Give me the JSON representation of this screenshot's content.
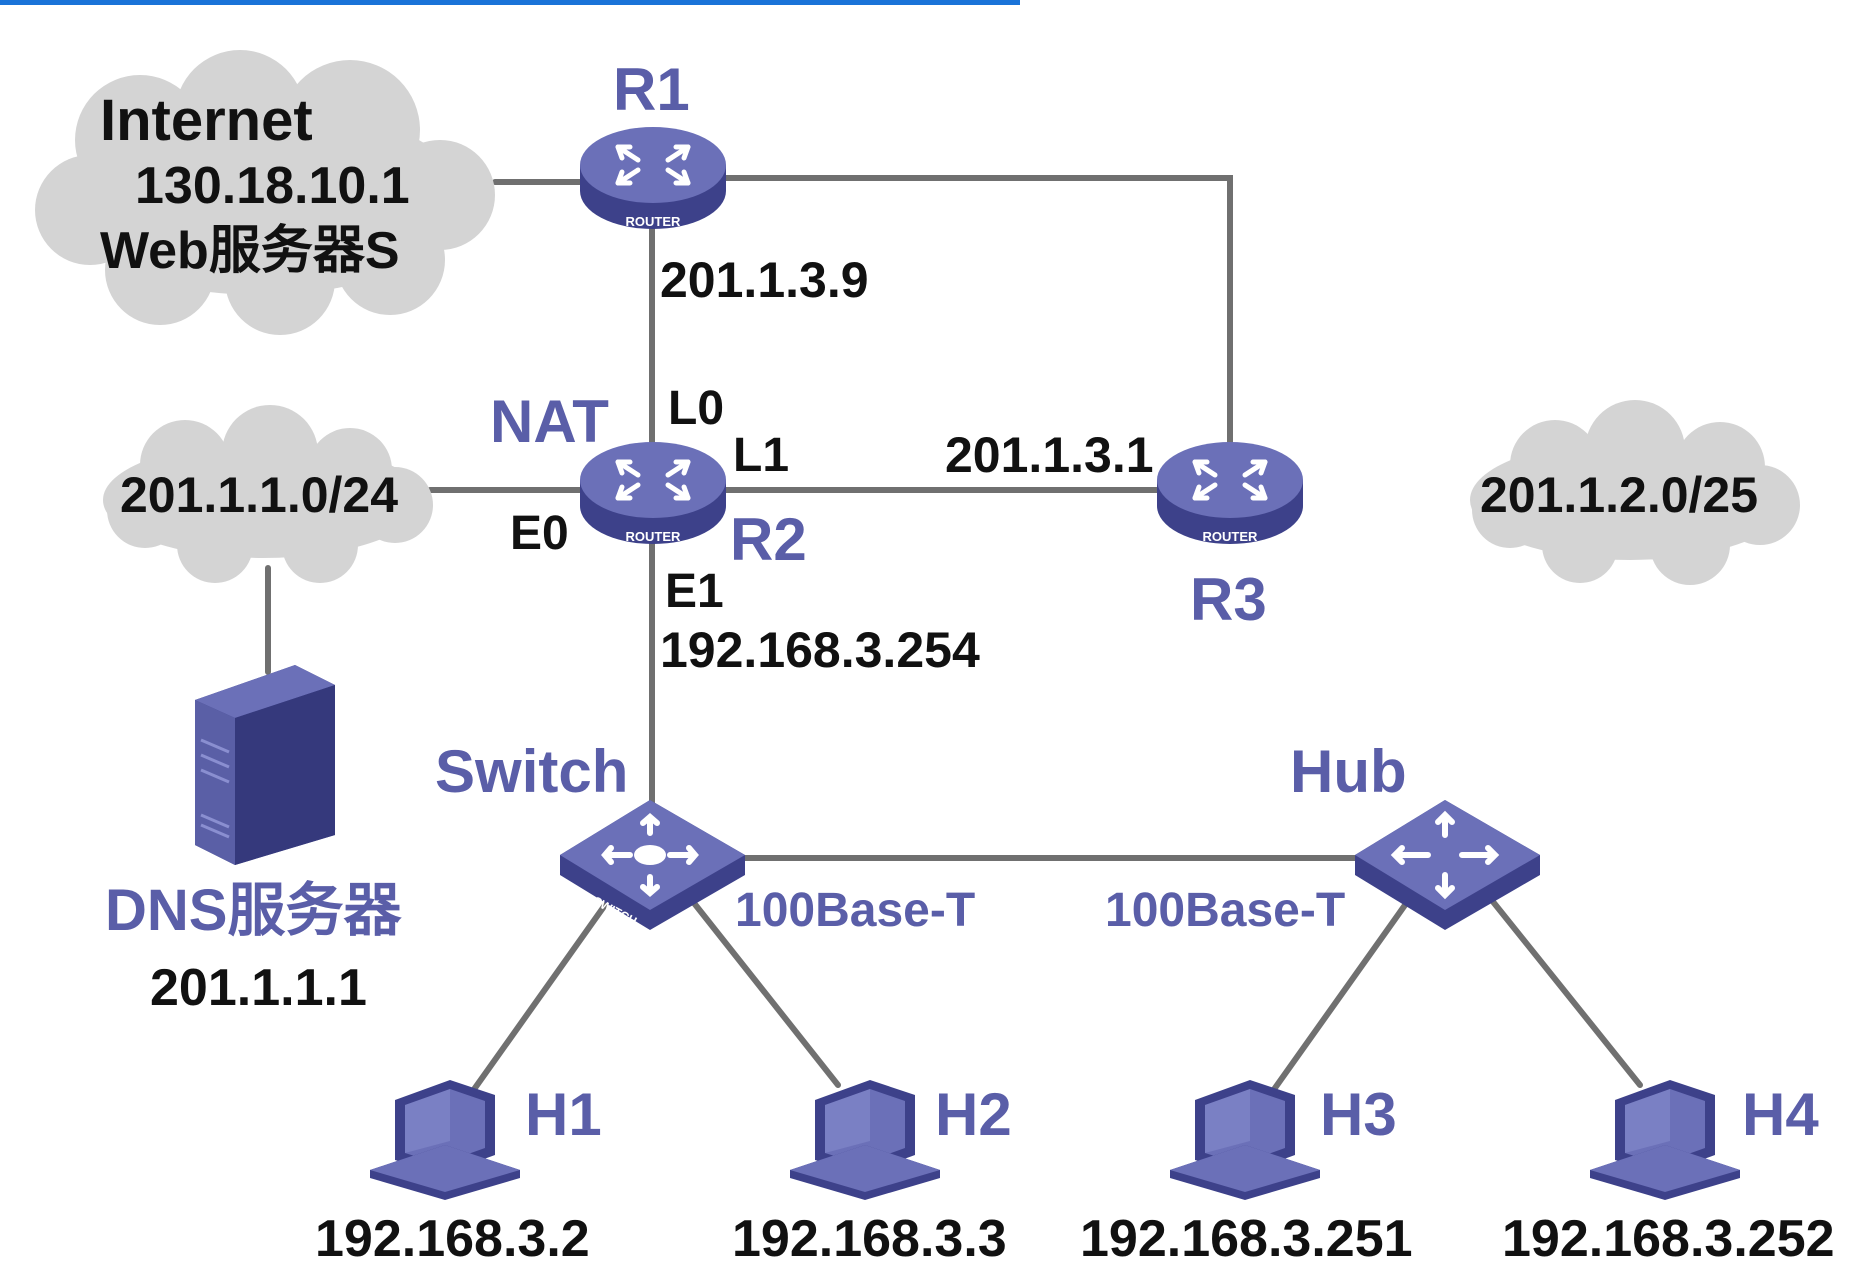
{
  "colors": {
    "accent_line": "#1a73d8",
    "link": "#707070",
    "label_blue": "#5a5ea8",
    "label_black": "#111111",
    "cloud": "#d4d4d4",
    "device_top": "#6b70b8",
    "device_side": "#3d418a"
  },
  "clouds": {
    "internet": {
      "title": "Internet",
      "ip": "130.18.10.1",
      "desc": "Web服务器S"
    },
    "net_201_1_1": {
      "label": "201.1.1.0/24"
    },
    "net_201_1_2": {
      "label": "201.1.2.0/25"
    }
  },
  "routers": {
    "r1": {
      "name": "R1",
      "ip_down": "201.1.3.9",
      "badge": "ROUTER"
    },
    "r2": {
      "name": "R2",
      "role": "NAT",
      "badge": "ROUTER",
      "if_l0": "L0",
      "if_l1": "L1",
      "if_e0": "E0",
      "if_e1": "E1",
      "ip_e1": "192.168.3.254"
    },
    "r3": {
      "name": "R3",
      "ip": "201.1.3.1",
      "badge": "ROUTER"
    }
  },
  "switch": {
    "name": "Switch",
    "badge": "SWITCH",
    "link_label": "100Base-T"
  },
  "hub": {
    "name": "Hub",
    "link_label": "100Base-T"
  },
  "dns": {
    "name": "DNS服务器",
    "ip": "201.1.1.1"
  },
  "hosts": [
    {
      "name": "H1",
      "ip": "192.168.3.2"
    },
    {
      "name": "H2",
      "ip": "192.168.3.3"
    },
    {
      "name": "H3",
      "ip": "192.168.3.251"
    },
    {
      "name": "H4",
      "ip": "192.168.3.252"
    }
  ]
}
